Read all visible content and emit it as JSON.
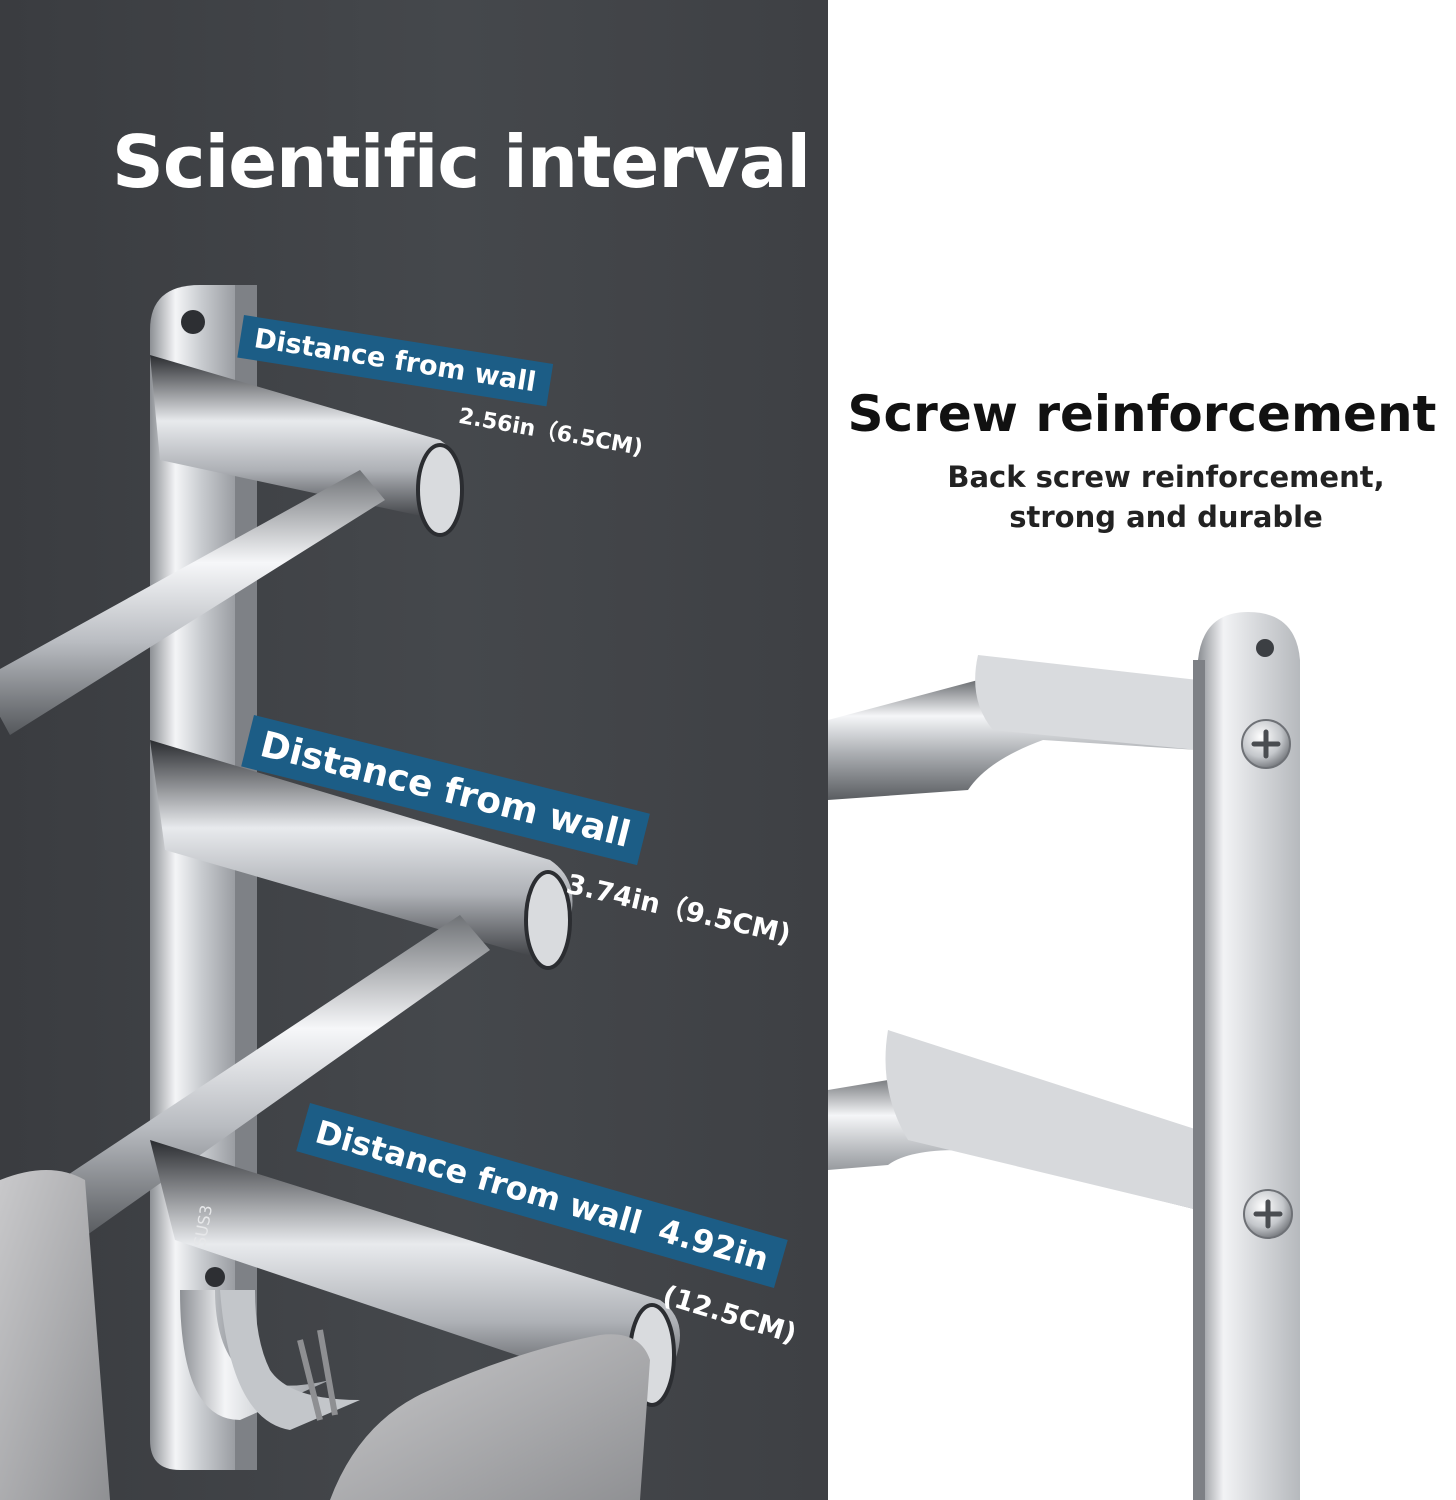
{
  "left": {
    "title": "Scientific interval",
    "hooks": [
      {
        "label": "Distance from wall",
        "measure": "2.56in（6.5CM)"
      },
      {
        "label": "Distance from wall",
        "measure": "3.74in（9.5CM)"
      },
      {
        "label": "Distance from wall",
        "measure_inches": "4.92in",
        "measure_cm": "(12.5CM)"
      }
    ],
    "plate_marking": "SUS3"
  },
  "right": {
    "title": "Screw reinforcement",
    "subtitle_line1": "Back screw reinforcement,",
    "subtitle_line2": "strong and durable"
  },
  "colors": {
    "dark_background": "#43464a",
    "label_blue": "#1c5d86",
    "text_dark": "#111111"
  }
}
